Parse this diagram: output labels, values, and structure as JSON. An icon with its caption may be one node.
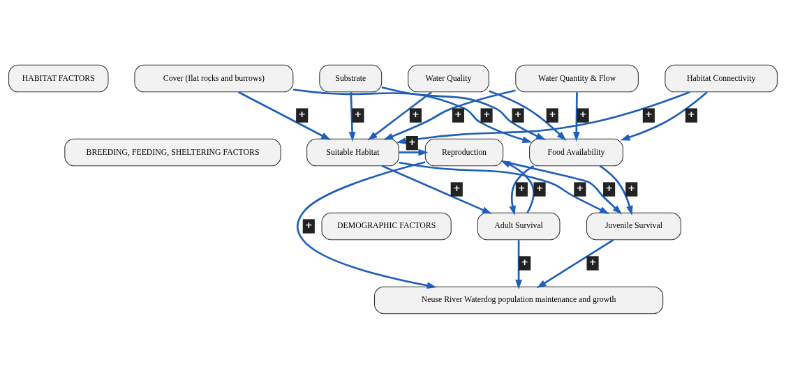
{
  "diagram": {
    "nodes": [
      {
        "text": [
          "HABITAT FACTORS"
        ]
      },
      {
        "text": [
          "Cover (flat rocks and burrows)"
        ]
      },
      {
        "text": [
          "Substrate"
        ]
      },
      {
        "text": [
          "Water Quality"
        ]
      },
      {
        "text": [
          "Water Quantity & Flow"
        ]
      },
      {
        "text": [
          "Habitat Connectivity"
        ]
      },
      {
        "text": [
          "BREEDING, FEEDING, SHELTERING FACTORS"
        ]
      },
      {
        "text": [
          "Suitable Habitat"
        ]
      },
      {
        "text": [
          "Reproduction"
        ]
      },
      {
        "text": [
          "Food Availability"
        ]
      },
      {
        "text": [
          "DEMOGRAPHIC FACTORS"
        ]
      },
      {
        "text": [
          "Adult Survival"
        ]
      },
      {
        "text": [
          "Juvenile Survival"
        ]
      },
      {
        "text": [
          "Neuse River Waterdog population maintenance and growth"
        ]
      }
    ],
    "edges": [
      {
        "from": 1,
        "to": 7,
        "arrow": "to",
        "label": "+"
      },
      {
        "from": 1,
        "to": 9,
        "arrow": "to",
        "label": "+"
      },
      {
        "from": 2,
        "to": 7,
        "arrow": "to",
        "label": "+"
      },
      {
        "from": 2,
        "to": 9,
        "arrow": "to",
        "label": "+"
      },
      {
        "from": 3,
        "to": 7,
        "arrow": "to",
        "label": "+"
      },
      {
        "from": 3,
        "to": 9,
        "arrow": "to",
        "label": "+"
      },
      {
        "from": 4,
        "to": 7,
        "arrow": "to",
        "label": "+"
      },
      {
        "from": 4,
        "to": 9,
        "arrow": "to",
        "label": "+"
      },
      {
        "from": 5,
        "to": 7,
        "arrow": "to",
        "label": "+"
      },
      {
        "from": 5,
        "to": 9,
        "arrow": "to",
        "label": "+"
      },
      {
        "from": 7,
        "to": 8,
        "arrow": "to",
        "label": "+"
      },
      {
        "from": 7,
        "to": 11,
        "arrow": "to",
        "label": "+"
      },
      {
        "from": 7,
        "to": 12,
        "arrow": "to",
        "label": "+"
      },
      {
        "from": 11,
        "to": 8,
        "arrow": "to",
        "label": "+"
      },
      {
        "from": 9,
        "to": 11,
        "arrow": "to",
        "label": "+"
      },
      {
        "from": 8,
        "to": 12,
        "arrow": "to",
        "label": "+"
      },
      {
        "from": 9,
        "to": 12,
        "arrow": "to",
        "label": "+"
      },
      {
        "from": 8,
        "to": 13,
        "arrow": "to",
        "label": "+"
      },
      {
        "from": 11,
        "to": 13,
        "arrow": "to",
        "label": "+"
      },
      {
        "from": 12,
        "to": 13,
        "arrow": "to",
        "label": "+"
      }
    ]
  }
}
